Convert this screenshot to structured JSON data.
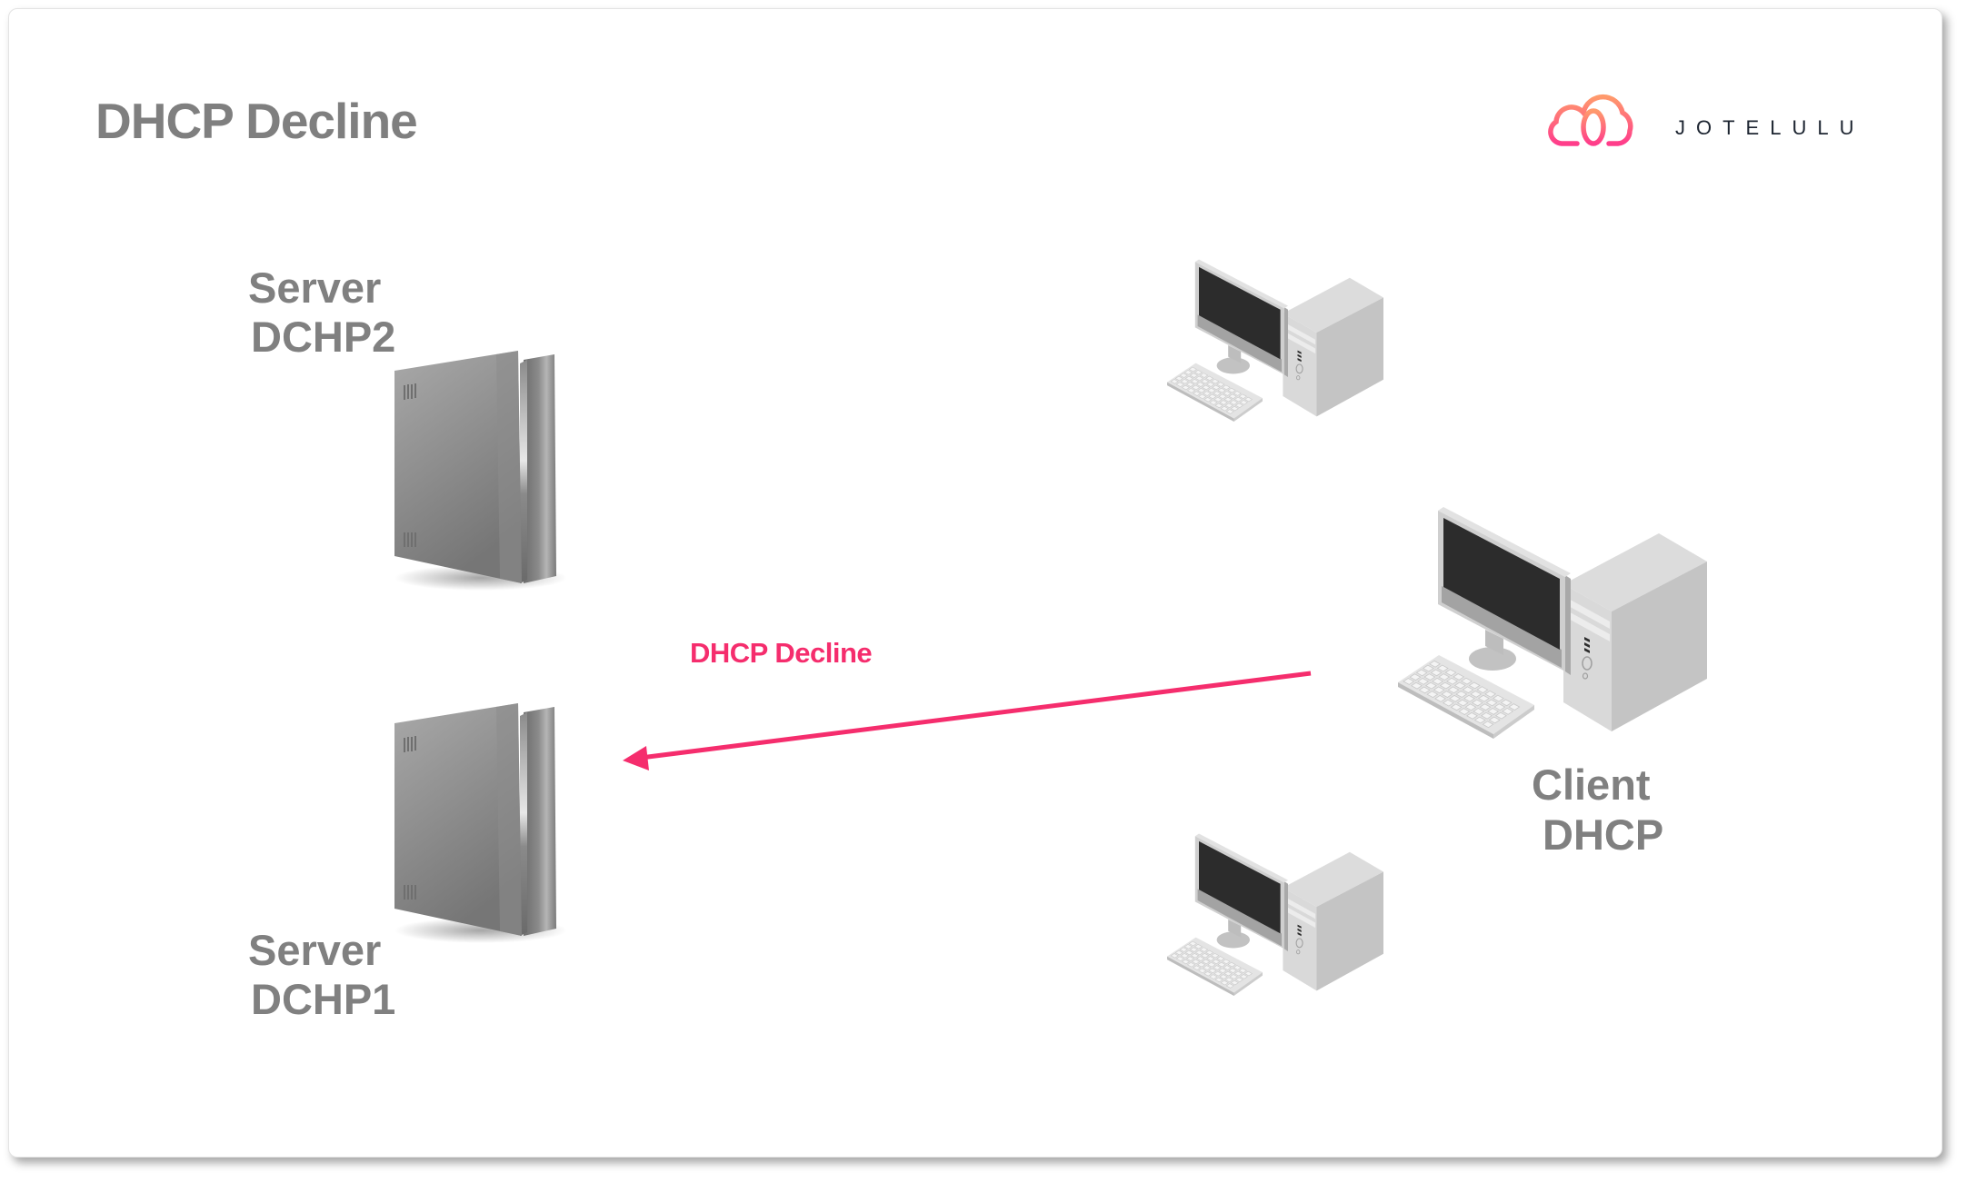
{
  "slide": {
    "title": "DHCP Decline",
    "brand": {
      "logo_icon": "cloud-logo-icon",
      "name": "JOTELULU",
      "gradient_from": "#ff9a6c",
      "gradient_to": "#ff3d8b"
    }
  },
  "nodes": {
    "server2": {
      "icon": "server-icon",
      "label_line1": "Server",
      "label_line2": "DCHP2"
    },
    "server1": {
      "icon": "server-icon",
      "label_line1": "Server",
      "label_line2": "DCHP1"
    },
    "client": {
      "icon": "desktop-computer-icon",
      "label_line1": "Client",
      "label_line2": "DHCP"
    },
    "peer_top": {
      "icon": "desktop-computer-icon"
    },
    "peer_bottom": {
      "icon": "desktop-computer-icon"
    }
  },
  "messages": [
    {
      "label": "DHCP Decline",
      "from": "client",
      "to": "server1",
      "color": "#f52d6d"
    }
  ],
  "colors": {
    "text_gray": "#7f7f7f",
    "accent_pink": "#f52d6d"
  }
}
